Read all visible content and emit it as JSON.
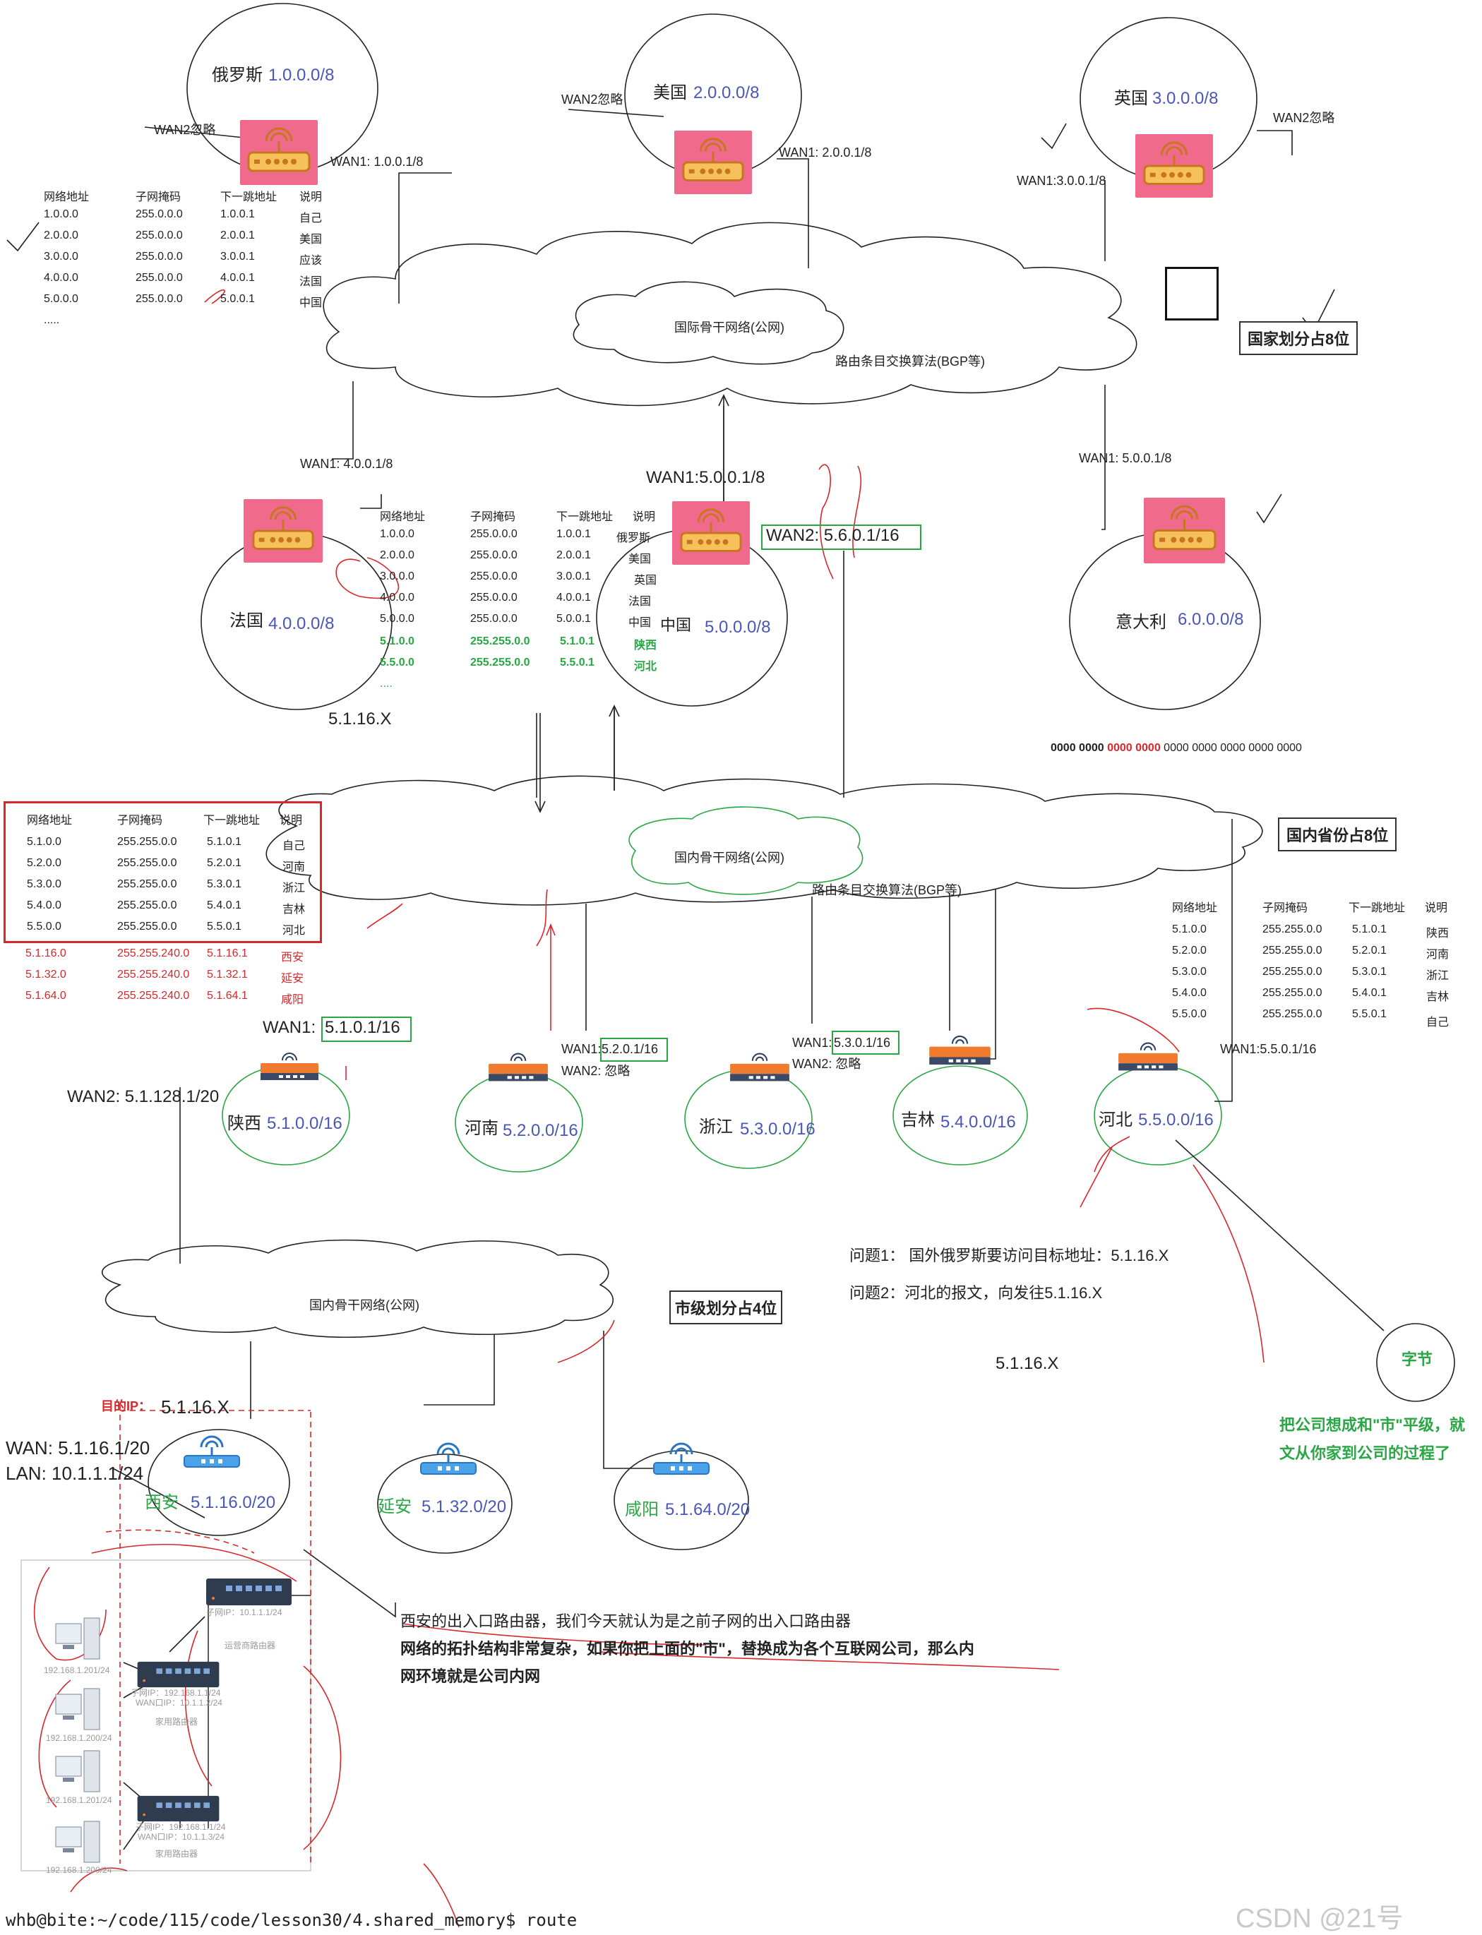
{
  "countries": {
    "russia": {
      "name": "俄罗斯",
      "net": "1.0.0.0/8",
      "wan1": "WAN1:  1.0.0.1/8",
      "wan2": "WAN2忽略"
    },
    "usa": {
      "name": "美国",
      "net": "2.0.0.0/8",
      "wan1": "WAN1: 2.0.0.1/8",
      "wan2": "WAN2忽略"
    },
    "uk": {
      "name": "英国",
      "net": "3.0.0.0/8",
      "wan1": "WAN1:3.0.0.1/8",
      "wan2": "WAN2忽略"
    },
    "france": {
      "name": "法国",
      "net": "4.0.0.0/8",
      "wan1": "WAN1: 4.0.0.1/8"
    },
    "china": {
      "name": "中国",
      "net": "5.0.0.0/8",
      "wan1": "WAN1:5.0.0.1/8",
      "wan2": "WAN2: 5.6.0.1/16"
    },
    "italy": {
      "name": "意大利",
      "net": "6.0.0.0/8",
      "wan1": "WAN1: 5.0.0.1/8"
    }
  },
  "intl_backbone": {
    "name": "国际骨干网络(公网)",
    "algo": "路由条目交换算法(BGP等)",
    "label": "国家划分占8位"
  },
  "russia_table": {
    "headers": [
      "网络地址",
      "子网掩码",
      "下一跳地址",
      "说明"
    ],
    "rows": [
      [
        "1.0.0.0",
        "255.0.0.0",
        "1.0.0.1",
        "自己"
      ],
      [
        "2.0.0.0",
        "255.0.0.0",
        "2.0.0.1",
        "美国"
      ],
      [
        "3.0.0.0",
        "255.0.0.0",
        "3.0.0.1",
        "应该"
      ],
      [
        "4.0.0.0",
        "255.0.0.0",
        "4.0.0.1",
        "法国"
      ],
      [
        "5.0.0.0",
        "255.0.0.0",
        "5.0.0.1",
        "中国"
      ]
    ],
    "more": "....."
  },
  "china_table": {
    "headers": [
      "网络地址",
      "子网掩码",
      "下一跳地址",
      "说明"
    ],
    "rows": [
      [
        "1.0.0.0",
        "255.0.0.0",
        "1.0.0.1",
        "俄罗斯"
      ],
      [
        "2.0.0.0",
        "255.0.0.0",
        "2.0.0.1",
        "美国"
      ],
      [
        "3.0.0.0",
        "255.0.0.0",
        "3.0.0.1",
        "英国"
      ],
      [
        "4.0.0.0",
        "255.0.0.0",
        "4.0.0.1",
        "法国"
      ],
      [
        "5.0.0.0",
        "255.0.0.0",
        "5.0.0.1",
        "中国"
      ]
    ],
    "green_rows": [
      [
        "5.1.0.0",
        "255.255.0.0",
        "5.1.0.1",
        "陕西"
      ],
      [
        "5.5.0.0",
        "255.255.0.0",
        "5.5.0.1",
        "河北"
      ]
    ],
    "more": "....",
    "target": "5.1.16.X"
  },
  "binary": {
    "a": "0000 0000 ",
    "b": "0000 0000",
    "c": " 0000 0000 0000 0000 0000"
  },
  "domestic_backbone": {
    "name": "国内骨干网络(公网)",
    "algo": "路由条目交换算法(BGP等)",
    "label": "国内省份占8位"
  },
  "province_table": {
    "headers": [
      "网络地址",
      "子网掩码",
      "下一跳地址",
      "说明"
    ],
    "rows": [
      [
        "5.1.0.0",
        "255.255.0.0",
        "5.1.0.1",
        "自己"
      ],
      [
        "5.2.0.0",
        "255.255.0.0",
        "5.2.0.1",
        "河南"
      ],
      [
        "5.3.0.0",
        "255.255.0.0",
        "5.3.0.1",
        "浙江"
      ],
      [
        "5.4.0.0",
        "255.255.0.0",
        "5.4.0.1",
        "吉林"
      ],
      [
        "5.5.0.0",
        "255.255.0.0",
        "5.5.0.1",
        "河北"
      ]
    ],
    "red_rows": [
      [
        "5.1.16.0",
        "255.255.240.0",
        "5.1.16.1",
        "西安"
      ],
      [
        "5.1.32.0",
        "255.255.240.0",
        "5.1.32.1",
        "延安"
      ],
      [
        "5.1.64.0",
        "255.255.240.0",
        "5.1.64.1",
        "咸阳"
      ]
    ]
  },
  "hebei_table": {
    "headers": [
      "网络地址",
      "子网掩码",
      "下一跳地址",
      "说明"
    ],
    "rows": [
      [
        "5.1.0.0",
        "255.255.0.0",
        "5.1.0.1",
        "陕西"
      ],
      [
        "5.2.0.0",
        "255.255.0.0",
        "5.2.0.1",
        "河南"
      ],
      [
        "5.3.0.0",
        "255.255.0.0",
        "5.3.0.1",
        "浙江"
      ],
      [
        "5.4.0.0",
        "255.255.0.0",
        "5.4.0.1",
        "吉林"
      ],
      [
        "5.5.0.0",
        "255.255.0.0",
        "5.5.0.1",
        "自己"
      ]
    ]
  },
  "provinces": {
    "shaanxi": {
      "name": "陕西",
      "net": "5.1.0.0/16",
      "wan1_pre": "WAN1: ",
      "wan1": "5.1.0.1/16",
      "wan2": "WAN2: 5.1.128.1/20"
    },
    "henan": {
      "name": "河南",
      "net": "5.2.0.0/16",
      "wan1_pre": "WAN1:",
      "wan1": "5.2.0.1/16",
      "wan2": "WAN2: 忽略"
    },
    "zhejiang": {
      "name": "浙江",
      "net": "5.3.0.0/16",
      "wan1_pre": "WAN1:",
      "wan1": "5.3.0.1/16",
      "wan2": "WAN2: 忽略"
    },
    "jilin": {
      "name": "吉林",
      "net": "5.4.0.0/16"
    },
    "hebei": {
      "name": "河北",
      "net": "5.5.0.0/16",
      "wan1": "WAN1:5.5.0.1/16"
    }
  },
  "questions": {
    "q1": "问题1：  国外俄罗斯要访问目标地址：5.1.16.X",
    "q2": "问题2：河北的报文，向发往5.1.16.X",
    "target": "5.1.16.X",
    "byte": "字节",
    "note1": "把公司想成和\"市\"平级，就",
    "note2": "文从你家到公司的过程了"
  },
  "city_backbone": {
    "name": "国内骨干网络(公网)",
    "label": "市级划分占4位"
  },
  "cities": {
    "dest_label": "目的IP：",
    "dest_value": "5.1.16.X",
    "wan": "WAN: 5.1.16.1/20",
    "lan": "LAN: 10.1.1.1/24",
    "xian": {
      "name": "西安",
      "net": "5.1.16.0/20"
    },
    "yanan": {
      "name": "延安",
      "net": "5.1.32.0/20"
    },
    "xianyang": {
      "name": "咸阳",
      "net": "5.1.64.0/20"
    }
  },
  "explanation": {
    "l1": "西安的出入口路由器，我们今天就认为是之前子网的出入口路由器",
    "l2": "网络的拓扑结构非常复杂，如果你把上面的\"市\"，替换成为各个互联网公司，那么内",
    "l3": "网环境就是公司内网"
  },
  "lan_diagram": {
    "pc1": "192.168.1.201/24",
    "pc2": "192.168.1.200/24",
    "pc3": "192.168.1.201/24",
    "pc4": "192.168.1.200/24",
    "top_router_sub": "子网IP：10.1.1.1/24",
    "ops_router": "运营商路由器",
    "home1_sub": "子网IP：192.168.1.1/24",
    "home1_wan": "WAN口IP：10.1.1.2/24",
    "home1_name": "家用路由器",
    "home2_sub": "子网IP：192.168.1.1/24",
    "home2_wan": "WAN口IP：10.1.1.3/24",
    "home2_name": "家用路由器"
  },
  "terminal": {
    "prompt": "whb@bite:~/code/115/code/lesson30/4.shared_memory$ ",
    "cmd": "route"
  },
  "watermark": "CSDN @21号"
}
